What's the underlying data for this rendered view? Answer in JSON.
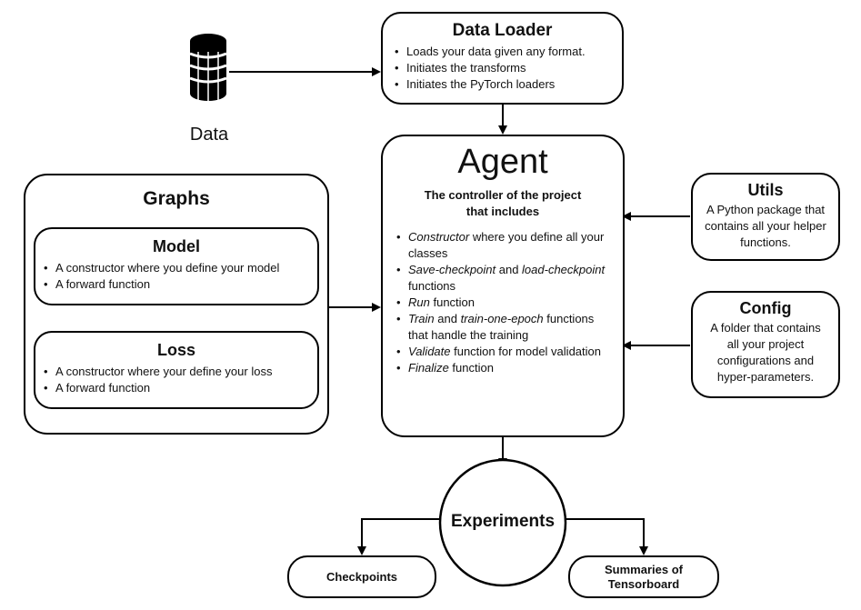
{
  "data_store": {
    "label": "Data"
  },
  "data_loader": {
    "title": "Data Loader",
    "bullets": [
      "Loads your data given any format.",
      "Initiates the transforms",
      "Initiates the PyTorch loaders"
    ]
  },
  "agent": {
    "title": "Agent",
    "subtitle_line1": "The controller of the project",
    "subtitle_line2": "that includes",
    "bullets": [
      {
        "em": "Constructor",
        "text": " where you define all your classes"
      },
      {
        "em": "Save-checkpoint",
        "mid": " and ",
        "em2": "load-checkpoint",
        "text": " functions"
      },
      {
        "em": "Run",
        "text": " function"
      },
      {
        "em": "Train",
        "mid": " and ",
        "em2": "train-one-epoch",
        "text": " functions that handle the training"
      },
      {
        "em": "Validate",
        "text": " function for model validation"
      },
      {
        "em": "Finalize",
        "text": " function"
      }
    ]
  },
  "graphs": {
    "title": "Graphs",
    "model": {
      "title": "Model",
      "bullets": [
        "A constructor where you define your model",
        "A forward function"
      ]
    },
    "loss": {
      "title": "Loss",
      "bullets": [
        "A constructor where your define your loss",
        "A forward function"
      ]
    }
  },
  "utils": {
    "title": "Utils",
    "lines": [
      "A Python package that",
      "contains all your helper",
      "functions."
    ]
  },
  "config": {
    "title": "Config",
    "lines": [
      "A folder that contains",
      "all your project",
      "configurations and",
      "hyper-parameters."
    ]
  },
  "experiments": {
    "title": "Experiments"
  },
  "checkpoints": {
    "label": "Checkpoints"
  },
  "summaries": {
    "line1": "Summaries of",
    "line2": "Tensorboard"
  }
}
